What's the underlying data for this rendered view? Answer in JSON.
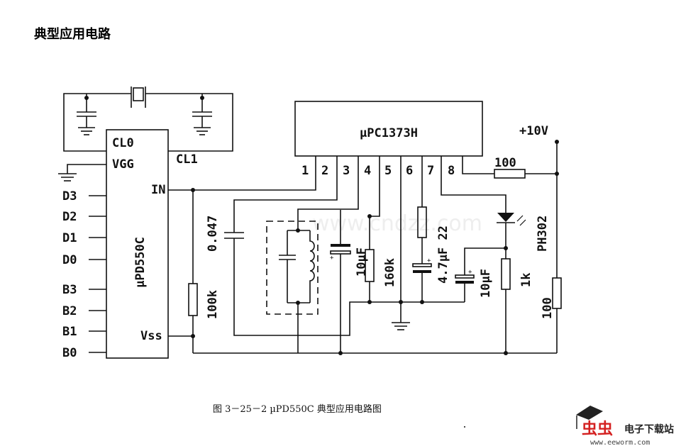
{
  "title": "典型应用电路",
  "watermark": "www.cndzz.com",
  "chip_left": {
    "name": "µPD550C",
    "pins": {
      "cl0": "CL0",
      "vgg": "VGG",
      "in": "IN",
      "vss": "Vss",
      "cl1": "CL1"
    },
    "ports": [
      "D3",
      "D2",
      "D1",
      "D0",
      "B3",
      "B2",
      "B1",
      "B0"
    ]
  },
  "chip_right": {
    "name": "µPC1373H",
    "pins": [
      "1",
      "2",
      "3",
      "4",
      "5",
      "6",
      "7",
      "8"
    ]
  },
  "components": {
    "r_100k": "100k",
    "c_0047": "0.047",
    "c_10uf_a": "10µF",
    "r_160k": "160k",
    "c_47uf_r22": "4.7µF 22",
    "c_10uf_b": "10µF",
    "r_1k": "1k",
    "r_100_h": "100",
    "r_100_v": "100",
    "led": "PH302",
    "supply": "+10V"
  },
  "caption": "图 3－25－2  µPD550C 典型应用电路图",
  "logo": {
    "brand": "虫虫",
    "text": "电子下载站",
    "url": "www.eeworm.com"
  }
}
